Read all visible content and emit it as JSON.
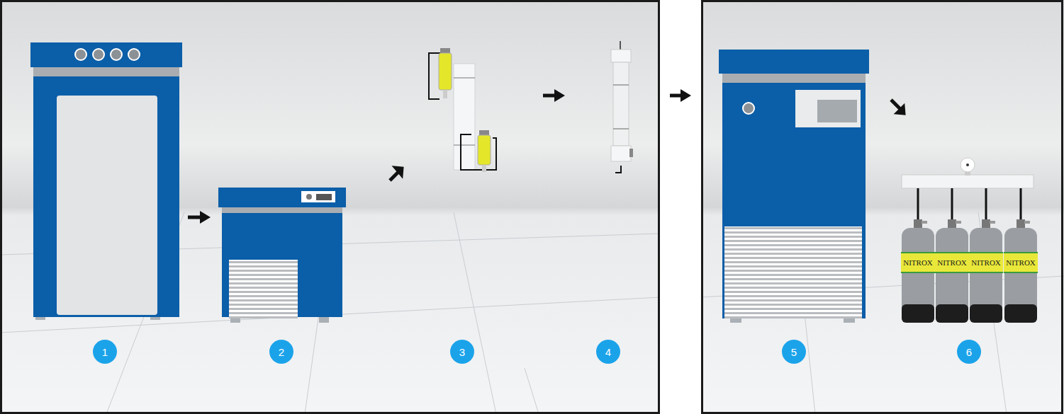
{
  "diagram": {
    "nodes": [
      {
        "text": [
          "NITROX"
        ]
      },
      {
        "text": [
          "NITROX"
        ]
      },
      {
        "text": [
          "NITROX"
        ]
      },
      {
        "text": [
          "NITROX"
        ]
      },
      {
        "text": [
          "1"
        ]
      },
      {
        "text": [
          "2"
        ]
      },
      {
        "text": [
          "3"
        ]
      },
      {
        "text": [
          "4"
        ]
      },
      {
        "text": [
          "5"
        ]
      },
      {
        "text": [
          "6"
        ]
      }
    ]
  }
}
